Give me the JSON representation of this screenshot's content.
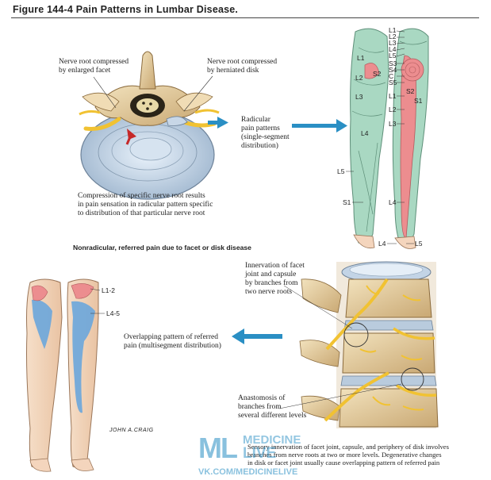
{
  "header": {
    "figure_title": "Figure 144-4 Pain Patterns in Lumbar Disease."
  },
  "top_panel": {
    "label_facet": "Nerve root compressed\nby enlarged facet",
    "label_disk": "Nerve root compressed\nby herniated disk",
    "label_radicular": "Radicular\npain patterns\n(single-segment\ndistribution)",
    "caption": "Compression of specific nerve root results\nin pain sensation in radicular pattern specific\nto distribution of that particular nerve root",
    "dermatome_labels": [
      "L1",
      "L2",
      "L3",
      "L4",
      "L5",
      "S3",
      "S4",
      "C",
      "S5",
      "S2",
      "S1",
      "L1",
      "L2",
      "L3",
      "L1",
      "L2",
      "L3",
      "L4",
      "L5",
      "S1",
      "L4",
      "L4",
      "L5",
      "S2"
    ]
  },
  "section_heading": "Nonradicular, referred pain due to facet or disk disease",
  "bottom_panel": {
    "label_l12": "L1-2",
    "label_l45": "L4-5",
    "label_overlap": "Overlapping pattern of referred\npain (multisegment distribution)",
    "label_innervation": "Innervation of facet\njoint and capsule\nby branches from\ntwo nerve roots",
    "label_anastomosis": "Anastomosis of\nbranches from\nseveral different levels",
    "caption": "Sensory innervation of facet joint, capsule, and periphery of disk involves\nbranches from nerve roots at two or more levels. Degenerative changes\nin disk or facet joint usually cause overlapping pattern of referred pain",
    "signature": "JOHN A.CRAIG"
  },
  "watermark": {
    "logo": "ML",
    "line1": "MEDICINE",
    "line2": "LIVE",
    "url": "VK.COM/MEDICINELIVE"
  },
  "colors": {
    "arrow": "#2a8fc4",
    "green": "#9fd1b8",
    "red": "#e8868a",
    "blue": "#6aa6dc",
    "nerve": "#f1c232",
    "bone": "#e9d3a4"
  }
}
